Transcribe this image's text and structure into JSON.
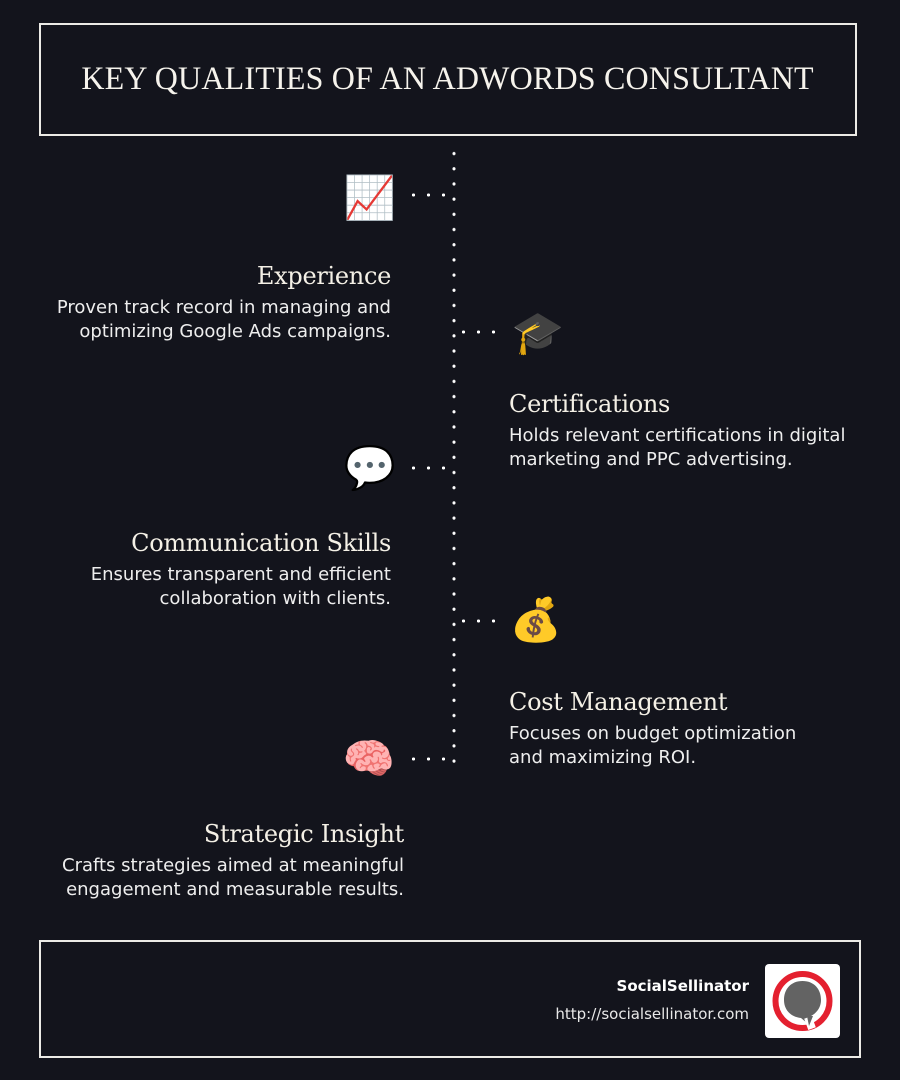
{
  "title": "KEY QUALITIES OF AN ADWORDS CONSULTANT",
  "qualities": [
    {
      "heading": "Experience",
      "description_lines": [
        "Proven track record in managing and",
        "optimizing Google Ads campaigns."
      ],
      "icon": "chart-increasing-icon",
      "glyph": "📈",
      "side": "left"
    },
    {
      "heading": "Certifications",
      "description_lines": [
        "Holds relevant certifications in digital",
        "marketing and PPC advertising."
      ],
      "icon": "graduation-cap-icon",
      "glyph": "🎓",
      "side": "right"
    },
    {
      "heading": "Communication Skills",
      "description_lines": [
        "Ensures transparent and efficient",
        "collaboration with clients."
      ],
      "icon": "speech-bubble-icon",
      "glyph": "💬",
      "side": "left"
    },
    {
      "heading": "Cost Management",
      "description_lines": [
        "Focuses on budget optimization",
        "and maximizing ROI."
      ],
      "icon": "money-bag-icon",
      "glyph": "💰",
      "side": "right"
    },
    {
      "heading": "Strategic Insight",
      "description_lines": [
        "Crafts strategies aimed at meaningful",
        "engagement and measurable results."
      ],
      "icon": "brain-icon",
      "glyph": "🧠",
      "side": "left"
    }
  ],
  "footer": {
    "brand": "SocialSellinator",
    "url": "http://socialsellinator.com",
    "logo_colors": {
      "ring": "#e4202f",
      "bubble": "#636363",
      "bg": "#ffffff"
    }
  },
  "colors": {
    "background": "#13141c",
    "text": "#f2efe9",
    "border": "#ecebe6"
  }
}
